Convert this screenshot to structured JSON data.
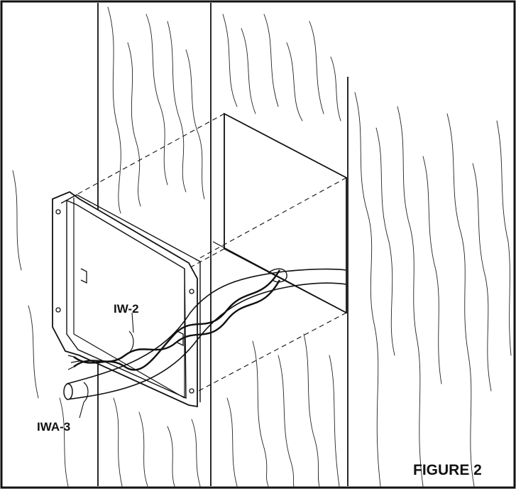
{
  "labels": {
    "wire_label": "IW-2",
    "cable_label": "IWA-3",
    "figure_caption": "FIGURE 2"
  },
  "colors": {
    "line": "#111111",
    "background": "#ffffff"
  }
}
